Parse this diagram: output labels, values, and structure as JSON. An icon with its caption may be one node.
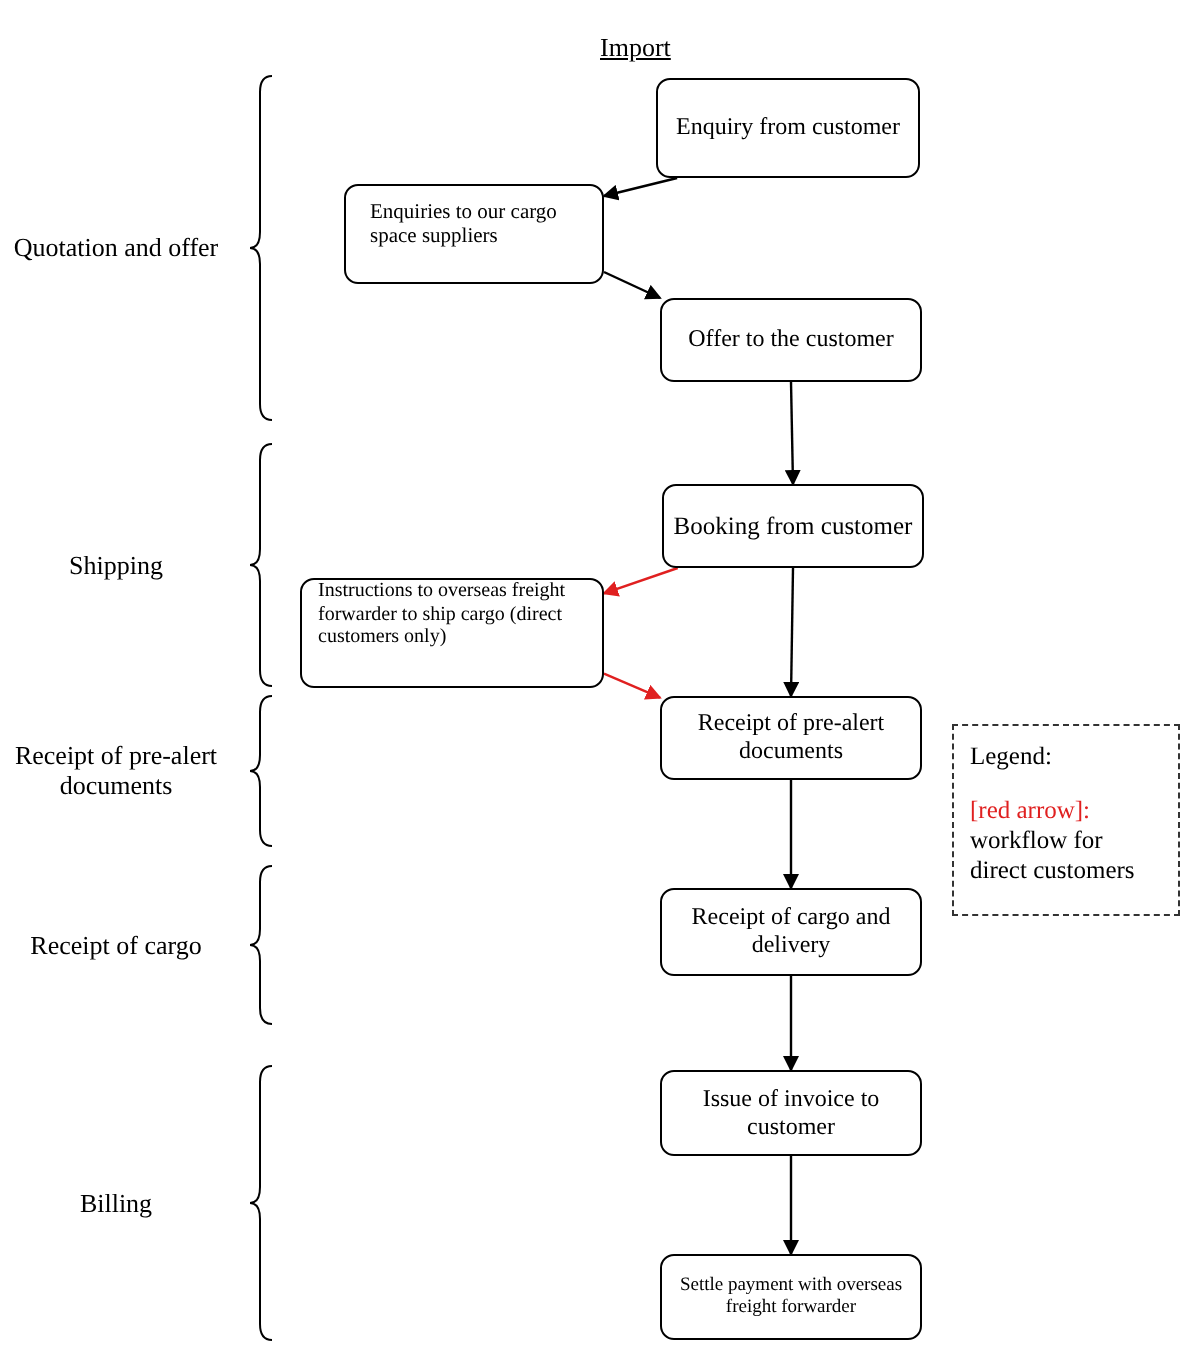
{
  "diagram": {
    "title": "Import",
    "nodes": [
      {
        "text": [
          "Enquiry from customer"
        ]
      },
      {
        "text": [
          "Enquiries to our cargo space suppliers"
        ]
      },
      {
        "text": [
          "Offer to the customer"
        ]
      },
      {
        "text": [
          "Booking from customer"
        ]
      },
      {
        "text": [
          "Instructions to overseas freight forwarder to ship cargo (direct customers only)"
        ]
      },
      {
        "text": [
          "Receipt of pre-alert documents"
        ]
      },
      {
        "text": [
          "Receipt of cargo and delivery"
        ]
      },
      {
        "text": [
          "Issue of invoice to customer"
        ]
      },
      {
        "text": [
          "Settle payment with overseas freight forwarder"
        ]
      }
    ],
    "edges": [
      {
        "from": 0,
        "to": 1,
        "arrow": "to"
      },
      {
        "from": 1,
        "to": 2,
        "arrow": "to"
      },
      {
        "from": 2,
        "to": 3,
        "arrow": "to"
      },
      {
        "from": 3,
        "to": 4,
        "arrow": "to",
        "color": "#e02020"
      },
      {
        "from": 4,
        "to": 5,
        "arrow": "to",
        "color": "#e02020"
      },
      {
        "from": 3,
        "to": 5,
        "arrow": "to"
      },
      {
        "from": 5,
        "to": 6,
        "arrow": "to"
      },
      {
        "from": 6,
        "to": 7,
        "arrow": "to"
      },
      {
        "from": 7,
        "to": 8,
        "arrow": "to"
      }
    ],
    "labels": [
      "Quotation and offer",
      "Shipping",
      "Receipt of pre-alert documents",
      "Receipt of cargo",
      "Billing",
      "Legend:",
      "[red arrow]:"
    ],
    "legend": [
      {
        "text": "workflow for direct customers",
        "color": "#e02020"
      }
    ]
  }
}
